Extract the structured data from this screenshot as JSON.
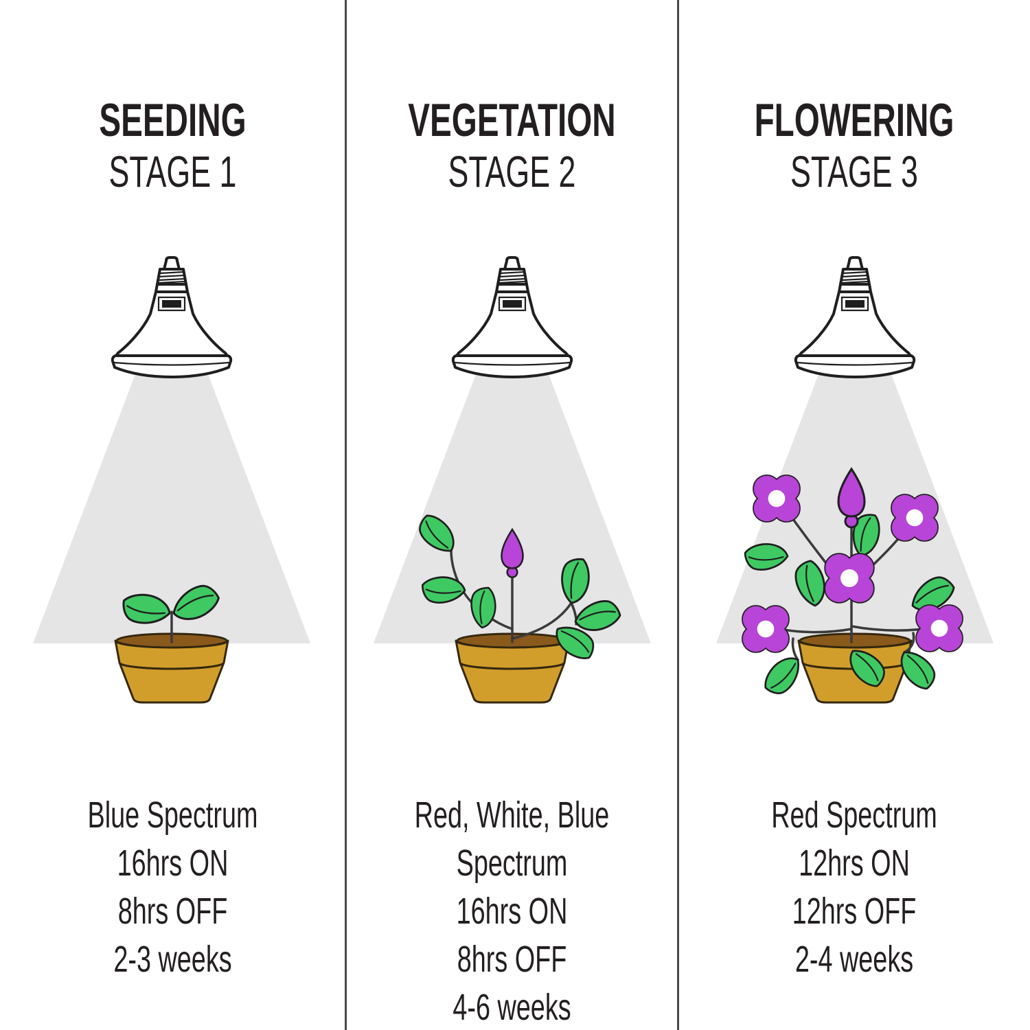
{
  "infographic": {
    "columns": [
      {
        "title": "SEEDING",
        "subtitle": "STAGE 1",
        "specs": [
          "Blue Spectrum",
          "16hrs ON",
          "8hrs OFF",
          "2-3 weeks"
        ]
      },
      {
        "title": "VEGETATION",
        "subtitle": "STAGE 2",
        "specs": [
          "Red, White, Blue Spectrum",
          "16hrs ON",
          "8hrs OFF",
          "4-6 weeks"
        ]
      },
      {
        "title": "FLOWERING",
        "subtitle": "STAGE 3",
        "specs": [
          "Red Spectrum",
          "12hrs ON",
          "12hrs OFF",
          "2-4 weeks"
        ]
      }
    ],
    "icons": {
      "bulb": "grow-light-bulb-icon",
      "cone": "light-beam",
      "seedling": "seedling-plant-icon",
      "vegetation": "vegetation-plant-icon",
      "flowering": "flowering-plant-icon",
      "pot": "flower-pot-icon",
      "bud": "flower-bud-icon",
      "flower": "purple-flower-icon"
    },
    "colors": {
      "text": "#231F20",
      "divider": "#4A4A4C",
      "light_cone": "#E5E5E6",
      "outline": "#1F1F1F",
      "leaf_green": "#3FC963",
      "stem": "#3A3A3A",
      "flower_purple": "#B844D8",
      "pot_gold": "#D29E2B",
      "pot_soil": "#8A5A1C",
      "pot_outline": "#33270F",
      "background": "#FFFFFF"
    }
  }
}
